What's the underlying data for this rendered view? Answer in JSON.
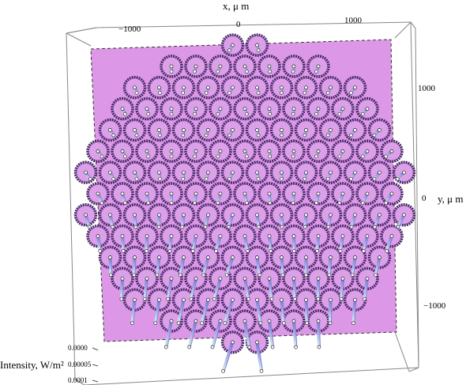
{
  "chart_data": {
    "type": "scatter",
    "style": "3d-bar-needles",
    "x_label": "x, μ m",
    "y_label": "y, μ m",
    "z_label": "Intensity, W/m²",
    "x_ticks": [
      "−1000",
      "0",
      "1000"
    ],
    "y_ticks": [
      "1000",
      "0",
      "−1000"
    ],
    "z_ticks": [
      "0.0000",
      "0.00005",
      "0.0001"
    ],
    "colors": {
      "plane": "#dc98e6",
      "ring": "#4a2a6a",
      "ring_fill": "#dca0e8",
      "needle_top": "#8a7dd8",
      "needle_bottom": "#c8f0f0"
    },
    "grid": false
  }
}
